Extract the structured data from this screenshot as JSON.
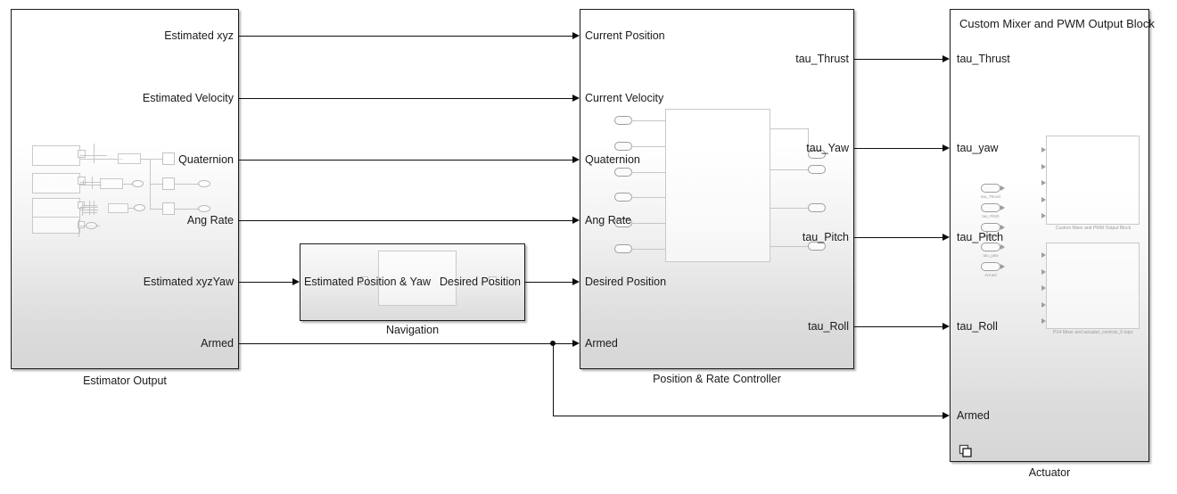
{
  "diagram": {
    "type": "simulink-block-diagram",
    "background": "#ffffff",
    "line_color": "#0d0d0d"
  },
  "blocks": {
    "estimator_output": {
      "caption": "Estimator Output",
      "outputs": [
        "Estimated xyz",
        "Estimated Velocity",
        "Quaternion",
        "Ang Rate",
        "Estimated xyzYaw",
        "Armed"
      ]
    },
    "navigation": {
      "caption": "Navigation",
      "inputs": [
        "Estimated Position & Yaw"
      ],
      "outputs": [
        "Desired Position"
      ]
    },
    "position_rate_controller": {
      "caption": "Position & Rate Controller",
      "inputs": [
        "Current Position",
        "Current Velocity",
        "Quaternion",
        "Ang Rate",
        "Desired Position",
        "Armed"
      ],
      "outputs": [
        "tau_Thrust",
        "tau_Yaw",
        "tau_Pitch",
        "tau_Roll"
      ]
    },
    "actuator": {
      "caption": "Actuator",
      "title": "Custom Mixer and PWM Output Block",
      "inputs": [
        "tau_Thrust",
        "tau_yaw",
        "tau_Pitch",
        "tau_Roll",
        "Armed"
      ],
      "inner_ports": [
        "tau_Thrust",
        "tau_Pitch",
        "tau_Roll",
        "tau_yaw",
        "Armed"
      ],
      "inner_blocks": [
        {
          "caption": "Custom Mixer and PWM Output Block"
        },
        {
          "caption": "PX4 Mixer and actuator_controls_0 topic"
        }
      ],
      "subsystem_glyph": "subsystem-copy-icon"
    }
  },
  "connections": [
    {
      "from": "Estimated xyz",
      "to": "Current Position"
    },
    {
      "from": "Estimated Velocity",
      "to": "Current Velocity"
    },
    {
      "from": "Quaternion",
      "to": "Quaternion"
    },
    {
      "from": "Ang Rate",
      "to": "Ang Rate"
    },
    {
      "from": "Estimated xyzYaw",
      "to": "Estimated Position & Yaw"
    },
    {
      "from": "Desired Position",
      "to": "Desired Position"
    },
    {
      "from": "Armed",
      "to": "Armed"
    },
    {
      "from": "tau_Thrust",
      "to": "tau_Thrust"
    },
    {
      "from": "tau_Yaw",
      "to": "tau_yaw"
    },
    {
      "from": "tau_Pitch",
      "to": "tau_Pitch"
    },
    {
      "from": "tau_Roll",
      "to": "tau_Roll"
    }
  ]
}
